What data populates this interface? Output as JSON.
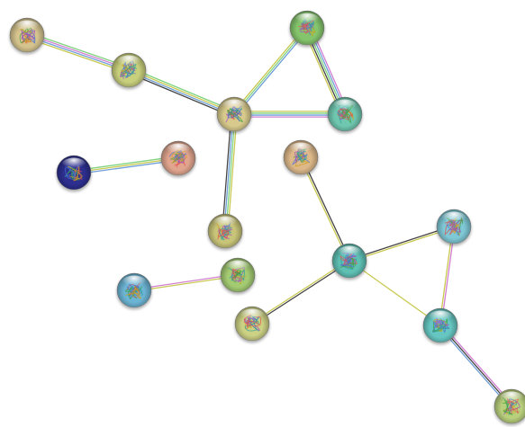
{
  "network": {
    "nodes": [
      {
        "id": "n1",
        "color": "#d6c48e"
      },
      {
        "id": "n2",
        "color": "#c9d07c"
      },
      {
        "id": "n3",
        "color": "#84c56c"
      },
      {
        "id": "n4",
        "color": "#6fc7b0"
      },
      {
        "id": "n5",
        "color": "#d8ca8c"
      },
      {
        "id": "n6",
        "color": "#2d2f8f"
      },
      {
        "id": "n7",
        "color": "#e1a58e"
      },
      {
        "id": "n8",
        "color": "#ddb889"
      },
      {
        "id": "n9",
        "color": "#c8c478"
      },
      {
        "id": "n10",
        "color": "#a3cb72"
      },
      {
        "id": "n11",
        "color": "#5ec0b4"
      },
      {
        "id": "n12",
        "color": "#6cb4d4"
      },
      {
        "id": "n13",
        "color": "#7fc8d6"
      },
      {
        "id": "n14",
        "color": "#66c7c2"
      },
      {
        "id": "n15",
        "color": "#ccd184"
      },
      {
        "id": "n16",
        "color": "#b8cf7c"
      }
    ],
    "edges": [
      {
        "from": "n1",
        "to": "n2",
        "evidence": [
          "#7fd27f",
          "#d17fd1",
          "#6f9fd6",
          "#c8c850"
        ]
      },
      {
        "from": "n2",
        "to": "n5",
        "evidence": [
          "#7fd27f",
          "#c8c850",
          "#6f9fd6",
          "#444444"
        ]
      },
      {
        "from": "n5",
        "to": "n3",
        "evidence": [
          "#c8c850",
          "#7fd27f",
          "#6f9fd6"
        ]
      },
      {
        "from": "n5",
        "to": "n4",
        "evidence": [
          "#c8c850",
          "#7fd27f",
          "#6f9fd6",
          "#d17fd1"
        ]
      },
      {
        "from": "n3",
        "to": "n4",
        "evidence": [
          "#d17fd1",
          "#6f9fd6",
          "#7fd27f",
          "#444444",
          "#c8c850"
        ]
      },
      {
        "from": "n5",
        "to": "n9",
        "evidence": [
          "#c8c850",
          "#7fd27f",
          "#6f9fd6",
          "#444444"
        ]
      },
      {
        "from": "n6",
        "to": "n7",
        "evidence": [
          "#7fd27f",
          "#c8c850",
          "#6f9fd6"
        ]
      },
      {
        "from": "n12",
        "to": "n10",
        "evidence": [
          "#d17fd1",
          "#c8c850"
        ]
      },
      {
        "from": "n8",
        "to": "n11",
        "evidence": [
          "#444444",
          "#c8c850"
        ]
      },
      {
        "from": "n11",
        "to": "n13",
        "evidence": [
          "#444444",
          "#c8c850"
        ]
      },
      {
        "from": "n11",
        "to": "n15",
        "evidence": [
          "#444444",
          "#c8c850"
        ]
      },
      {
        "from": "n11",
        "to": "n14",
        "evidence": [
          "#c8c850"
        ]
      },
      {
        "from": "n13",
        "to": "n14",
        "evidence": [
          "#d17fd1",
          "#c8c850"
        ]
      },
      {
        "from": "n14",
        "to": "n16",
        "evidence": [
          "#d17fd1",
          "#444444",
          "#6f9fd6"
        ]
      }
    ]
  }
}
